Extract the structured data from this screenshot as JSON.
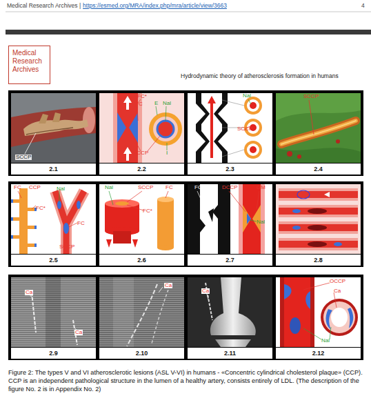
{
  "diagram": {
    "caption": "Figure 2: The types V and VI atherosclerotic lesions (ASL V-VI) in humans - «Concentric cylindrical cholesterol plaque» (CCP). CCP is an independent pathological structure in the lumen of a healthy artery, consists entirely of LDL. (The description of the figure No. 2 is in Appendix No. 2)",
    "nodes": [
      {
        "text": [
          "Medical Research Archives"
        ]
      },
      {
        "text": [
          "2.1"
        ]
      },
      {
        "text": [
          "2.2"
        ]
      },
      {
        "text": [
          "2.3"
        ]
      },
      {
        "text": [
          "2.4"
        ]
      },
      {
        "text": [
          "2.5"
        ]
      },
      {
        "text": [
          "2.6"
        ]
      },
      {
        "text": [
          "2.7"
        ]
      },
      {
        "text": [
          "2.8"
        ]
      },
      {
        "text": [
          "2.9"
        ]
      },
      {
        "text": [
          "2.10"
        ]
      },
      {
        "text": [
          "2.11"
        ]
      },
      {
        "text": [
          "2.12"
        ]
      }
    ],
    "labels": [
      "Medical Research Archives |",
      "https://esmed.org/MRA/index.php/mra/article/view/3663",
      "4",
      "Hydrodynamic theory of atherosclerosis formation in humans",
      "SCCP",
      "FC*",
      "FC",
      "E",
      "Nal",
      "SCCP",
      "I",
      "Nal",
      "SCCP",
      "SCCP",
      "FC",
      "CCP",
      "Nal",
      "FC*",
      "FC",
      "SCCP",
      "Nal",
      "SCCP",
      "FC",
      "FC*",
      "FC",
      "DCCP",
      "GM",
      "Nal",
      "Ca",
      "Ca",
      "Ca",
      "Ca",
      "OCCP",
      "Ca",
      "Nal"
    ]
  }
}
